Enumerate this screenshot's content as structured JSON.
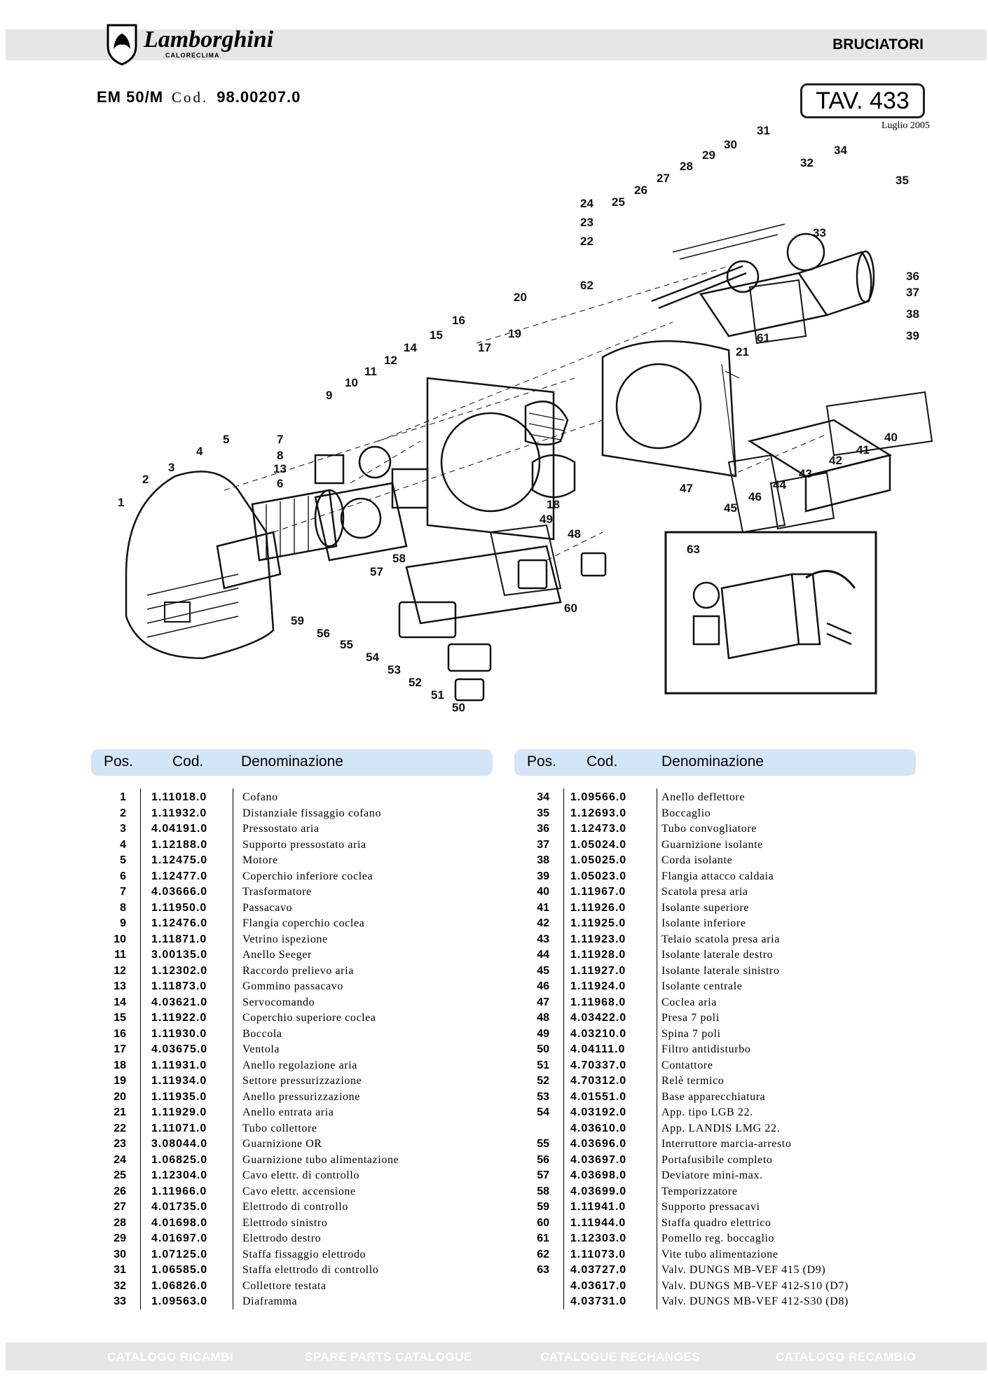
{
  "header": {
    "brand": "Lamborghini",
    "brand_sub": "CALORECLIMA",
    "section": "BRUCIATORI",
    "model": "EM 50/M",
    "cod_label": "Cod.",
    "model_code": "98.00207.0",
    "tav": "TAV. 433",
    "date": "Luglio 2005"
  },
  "diagram_labels": [
    "1",
    "2",
    "3",
    "4",
    "5",
    "6",
    "7",
    "8",
    "9",
    "10",
    "11",
    "12",
    "13",
    "14",
    "15",
    "16",
    "17",
    "18",
    "19",
    "20",
    "21",
    "22",
    "23",
    "24",
    "25",
    "26",
    "27",
    "28",
    "29",
    "30",
    "31",
    "32",
    "33",
    "34",
    "35",
    "36",
    "37",
    "38",
    "39",
    "40",
    "41",
    "42",
    "43",
    "44",
    "45",
    "46",
    "47",
    "48",
    "49",
    "50",
    "51",
    "52",
    "53",
    "54",
    "55",
    "56",
    "57",
    "58",
    "59",
    "60",
    "61",
    "62",
    "63"
  ],
  "table_headers": {
    "pos": "Pos.",
    "cod": "Cod.",
    "den": "Denominazione"
  },
  "table_left": [
    [
      "1",
      "1.11018.0",
      "Cofano"
    ],
    [
      "2",
      "1.11932.0",
      "Distanziale fissaggio cofano"
    ],
    [
      "3",
      "4.04191.0",
      "Pressostato aria"
    ],
    [
      "4",
      "1.12188.0",
      "Supporto pressostato aria"
    ],
    [
      "5",
      "1.12475.0",
      "Motore"
    ],
    [
      "6",
      "1.12477.0",
      "Coperchio inferiore coclea"
    ],
    [
      "7",
      "4.03666.0",
      "Trasformatore"
    ],
    [
      "8",
      "1.11950.0",
      "Passacavo"
    ],
    [
      "9",
      "1.12476.0",
      "Flangia coperchio coclea"
    ],
    [
      "10",
      "1.11871.0",
      "Vetrino ispezione"
    ],
    [
      "11",
      "3.00135.0",
      "Anello Seeger"
    ],
    [
      "12",
      "1.12302.0",
      "Raccordo prelievo aria"
    ],
    [
      "13",
      "1.11873.0",
      "Gommino passacavo"
    ],
    [
      "14",
      "4.03621.0",
      "Servocomando"
    ],
    [
      "15",
      "1.11922.0",
      "Coperchio superiore coclea"
    ],
    [
      "16",
      "1.11930.0",
      "Boccola"
    ],
    [
      "17",
      "4.03675.0",
      "Ventola"
    ],
    [
      "18",
      "1.11931.0",
      "Anello regolazione aria"
    ],
    [
      "19",
      "1.11934.0",
      "Settore pressurizzazione"
    ],
    [
      "20",
      "1.11935.0",
      "Anello pressurizzazione"
    ],
    [
      "21",
      "1.11929.0",
      "Anello entrata aria"
    ],
    [
      "22",
      "1.11071.0",
      "Tubo collettore"
    ],
    [
      "23",
      "3.08044.0",
      "Guarnizione OR"
    ],
    [
      "24",
      "1.06825.0",
      "Guarnizione tubo alimentazione"
    ],
    [
      "25",
      "1.12304.0",
      "Cavo elettr. di controllo"
    ],
    [
      "26",
      "1.11966.0",
      "Cavo elettr. accensione"
    ],
    [
      "27",
      "4.01735.0",
      "Elettrodo di controllo"
    ],
    [
      "28",
      "4.01698.0",
      "Elettrodo sinistro"
    ],
    [
      "29",
      "4.01697.0",
      "Elettrodo destro"
    ],
    [
      "30",
      "1.07125.0",
      "Staffa fissaggio elettrodo"
    ],
    [
      "31",
      "1.06585.0",
      "Staffa elettrodo di controllo"
    ],
    [
      "32",
      "1.06826.0",
      "Collettore testata"
    ],
    [
      "33",
      "1.09563.0",
      "Diaframma"
    ]
  ],
  "table_right": [
    [
      "34",
      "1.09566.0",
      "Anello deflettore"
    ],
    [
      "35",
      "1.12693.0",
      "Boccaglio"
    ],
    [
      "36",
      "1.12473.0",
      "Tubo convogliatore"
    ],
    [
      "37",
      "1.05024.0",
      "Guarnizione isolante"
    ],
    [
      "38",
      "1.05025.0",
      "Corda isolante"
    ],
    [
      "39",
      "1.05023.0",
      "Flangia attacco caldaia"
    ],
    [
      "40",
      "1.11967.0",
      "Scatola presa aria"
    ],
    [
      "41",
      "1.11926.0",
      "Isolante superiore"
    ],
    [
      "42",
      "1.11925.0",
      "Isolante inferiore"
    ],
    [
      "43",
      "1.11923.0",
      "Telaio scatola presa aria"
    ],
    [
      "44",
      "1.11928.0",
      "Isolante laterale destro"
    ],
    [
      "45",
      "1.11927.0",
      "Isolante laterale sinistro"
    ],
    [
      "46",
      "1.11924.0",
      "Isolante centrale"
    ],
    [
      "47",
      "1.11968.0",
      "Coclea aria"
    ],
    [
      "48",
      "4.03422.0",
      "Presa 7 poli"
    ],
    [
      "49",
      "4.03210.0",
      "Spina 7 poli"
    ],
    [
      "50",
      "4.04111.0",
      "Filtro antidisturbo"
    ],
    [
      "51",
      "4.70337.0",
      "Contattore"
    ],
    [
      "52",
      "4.70312.0",
      "Relè termico"
    ],
    [
      "53",
      "4.01551.0",
      "Base apparecchiatura"
    ],
    [
      "54",
      "4.03192.0",
      "App. tipo LGB 22."
    ],
    [
      "",
      "4.03610.0",
      "App. LANDIS LMG 22."
    ],
    [
      "55",
      "4.03696.0",
      "Interruttore marcia-arresto"
    ],
    [
      "56",
      "4.03697.0",
      "Portafusibile completo"
    ],
    [
      "57",
      "4.03698.0",
      "Deviatore mini-max."
    ],
    [
      "58",
      "4.03699.0",
      "Temporizzatore"
    ],
    [
      "59",
      "1.11941.0",
      "Supporto pressacavi"
    ],
    [
      "60",
      "1.11944.0",
      "Staffa quadro elettrico"
    ],
    [
      "61",
      "1.12303.0",
      "Pomello reg. boccaglio"
    ],
    [
      "62",
      "1.11073.0",
      "Vite tubo alimentazione"
    ],
    [
      "63",
      "4.03727.0",
      "Valv. DUNGS MB-VEF 415 (D9)"
    ],
    [
      "",
      "4.03617.0",
      "Valv. DUNGS MB-VEF 412-S10 (D7)"
    ],
    [
      "",
      "4.03731.0",
      "Valv. DUNGS MB-VEF 412-S30 (D8)"
    ]
  ],
  "footer": [
    "CATALOGO RICAMBI",
    "SPARE PARTS CATALOGUE",
    "CATALOGUE RECHANGES",
    "CATALOGO RECAMBIO"
  ]
}
